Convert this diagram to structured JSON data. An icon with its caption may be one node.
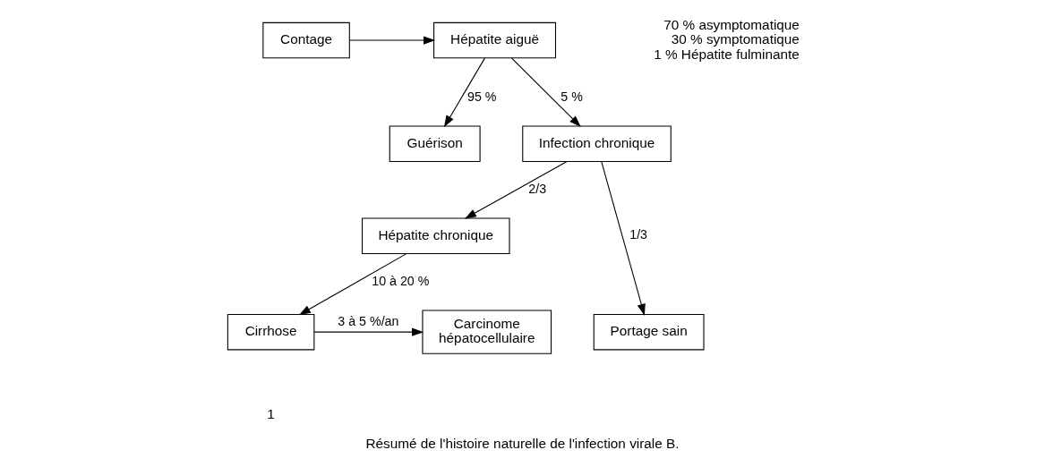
{
  "diagram": {
    "caption": "Résumé de l'histoire naturelle de l'infection virale B.",
    "nodes": [
      {
        "text": [
          "Contage"
        ]
      },
      {
        "text": [
          "Hépatite aiguë"
        ],
        "beside": [
          "70 % asymptomatique",
          "30 % symptomatique",
          "1 % Hépatite fulminante"
        ]
      },
      {
        "text": [
          "Guérison"
        ]
      },
      {
        "text": [
          "Infection chronique"
        ]
      },
      {
        "text": [
          "Hépatite chronique"
        ]
      },
      {
        "text": [
          "Cirrhose"
        ]
      },
      {
        "text": [
          "Carcinome hépatocellulaire"
        ]
      },
      {
        "text": [
          "Portage sain"
        ]
      }
    ],
    "edges": [
      {
        "from": 0,
        "to": 1,
        "arrow": "to"
      },
      {
        "from": 1,
        "to": 2,
        "arrow": "to",
        "label": "95 %"
      },
      {
        "from": 1,
        "to": 3,
        "arrow": "to",
        "label": "5 %"
      },
      {
        "from": 3,
        "to": 4,
        "arrow": "to",
        "label": "2/3"
      },
      {
        "from": 3,
        "to": 7,
        "arrow": "to",
        "label": "1/3"
      },
      {
        "from": 4,
        "to": 5,
        "arrow": "to",
        "label": "10 à 20 %"
      },
      {
        "from": 5,
        "to": 6,
        "arrow": "to",
        "label": "3 à 5 %/an"
      }
    ],
    "labels": [
      "1"
    ]
  }
}
